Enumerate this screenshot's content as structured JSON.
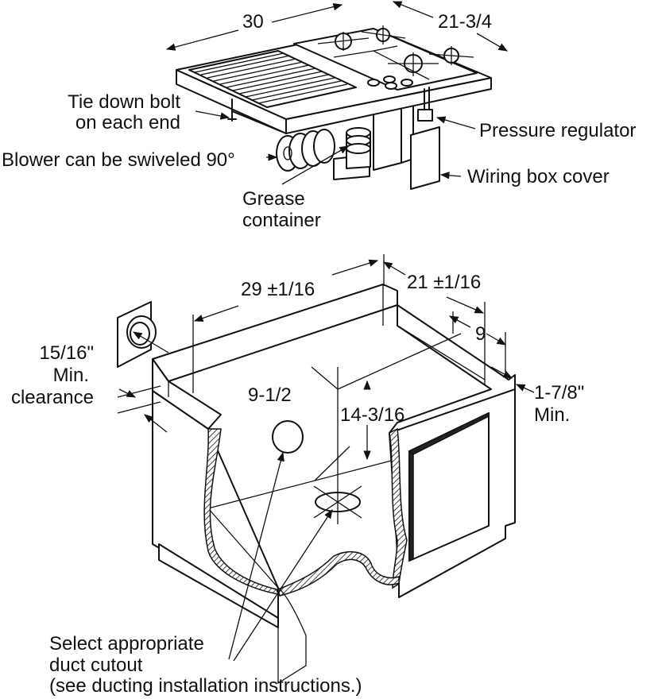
{
  "top_figure": {
    "dim_width": "30",
    "dim_depth": "21-3/4",
    "tie_down_line1": "Tie down bolt",
    "tie_down_line2": "on each end",
    "blower": "Blower can be swiveled 90°",
    "pressure_regulator": "Pressure regulator",
    "wiring_box_cover": "Wiring box cover",
    "grease_line1": "Grease",
    "grease_line2": "container"
  },
  "bottom_figure": {
    "dim_cutout_width": "29 ±1/16",
    "dim_cutout_depth": "21 ±1/16",
    "dim_nine": "9",
    "dim_nine_half": "9-1/2",
    "dim_fourteen": "14-3/16",
    "clearance_line1": "15/16\"",
    "clearance_line2": "Min.",
    "clearance_line3": "clearance",
    "min_right_line1": "1-7/8\"",
    "min_right_line2": "Min.",
    "duct_line1": "Select appropriate",
    "duct_line2": "duct cutout",
    "duct_line3": "(see ducting installation instructions.)"
  }
}
